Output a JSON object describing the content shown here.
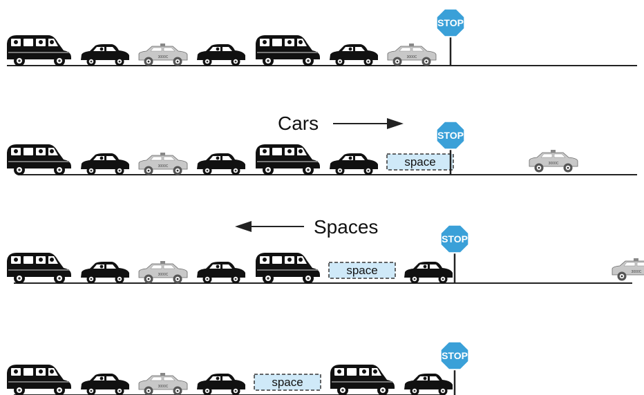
{
  "labels": {
    "cars": "Cars",
    "spaces": "Spaces",
    "stop": "STOP",
    "space": "space",
    "taxi_plate": "3000C"
  },
  "colors": {
    "line": "#222222",
    "car_dark": "#111111",
    "car_light": "#c8c8c8",
    "space_fill": "#cfe9f8",
    "space_border": "#333333",
    "stop_fill": "#3aa0d8"
  },
  "rows": [
    {
      "items": [
        "van",
        "car",
        "taxi",
        "car",
        "van",
        "car",
        "taxi"
      ],
      "beyond": []
    },
    {
      "items": [
        "van",
        "car",
        "taxi",
        "car",
        "van",
        "car",
        "space"
      ],
      "beyond": [
        "taxi"
      ],
      "arrow": {
        "label_key": "cars",
        "direction": "right"
      }
    },
    {
      "items": [
        "van",
        "car",
        "taxi",
        "car",
        "van",
        "space",
        "car"
      ],
      "beyond": [
        "taxi"
      ],
      "arrow": {
        "label_key": "spaces",
        "direction": "left"
      }
    },
    {
      "items": [
        "van",
        "car",
        "taxi",
        "car",
        "space",
        "van",
        "car"
      ],
      "beyond": []
    }
  ]
}
